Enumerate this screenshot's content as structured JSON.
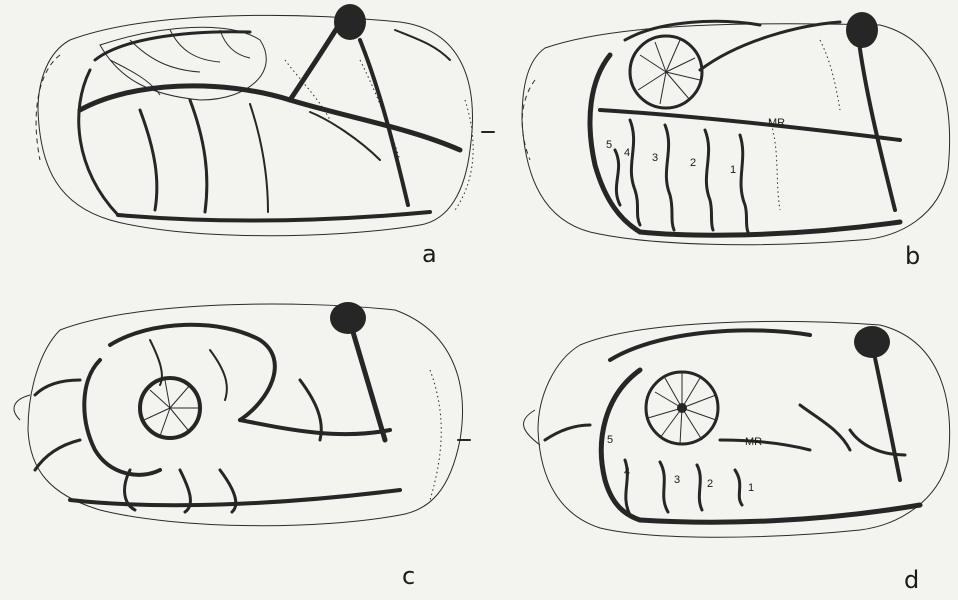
{
  "figure": {
    "panels": [
      {
        "id": "a",
        "letter": "a",
        "labels": []
      },
      {
        "id": "b",
        "letter": "b",
        "labels": {
          "mr": "MR",
          "n5": "5",
          "n4": "4",
          "n3": "3",
          "n2": "2",
          "n1": "1"
        }
      },
      {
        "id": "c",
        "letter": "c",
        "labels": []
      },
      {
        "id": "d",
        "letter": "d",
        "labels": {
          "mr": "MR",
          "n5": "5",
          "n4": "4",
          "n3": "3",
          "n2": "2",
          "n1": "1"
        }
      }
    ]
  }
}
